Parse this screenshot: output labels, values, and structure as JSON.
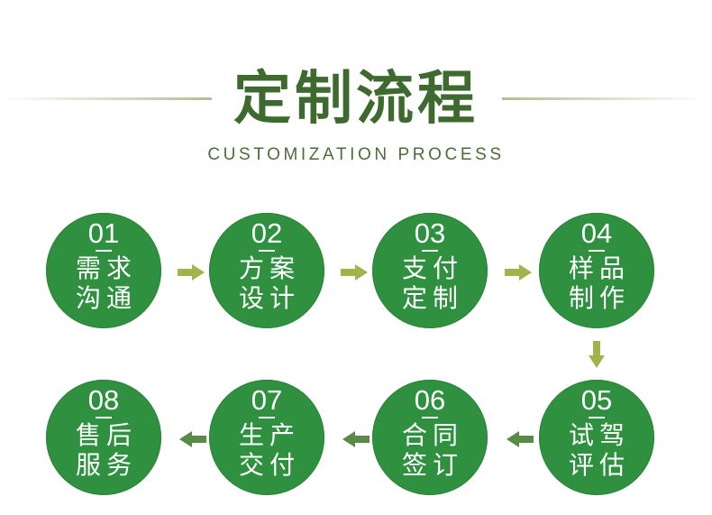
{
  "header": {
    "title": "定制流程",
    "subtitle": "CUSTOMIZATION PROCESS"
  },
  "colors": {
    "circle": "#2f9040",
    "title": "#3e6a2f",
    "arrow_light": "#9fb44a",
    "arrow_dark": "#5a8a48"
  },
  "steps": [
    {
      "num": "01",
      "line1": "需求",
      "line2": "沟通"
    },
    {
      "num": "02",
      "line1": "方案",
      "line2": "设计"
    },
    {
      "num": "03",
      "line1": "支付",
      "line2": "定制"
    },
    {
      "num": "04",
      "line1": "样品",
      "line2": "制作"
    },
    {
      "num": "05",
      "line1": "试驾",
      "line2": "评估"
    },
    {
      "num": "06",
      "line1": "合同",
      "line2": "签订"
    },
    {
      "num": "07",
      "line1": "生产",
      "line2": "交付"
    },
    {
      "num": "08",
      "line1": "售后",
      "line2": "服务"
    }
  ],
  "icons": {
    "right_arrow": "arrow-right-icon",
    "down_arrow": "arrow-down-icon",
    "left_arrow": "arrow-left-icon"
  }
}
